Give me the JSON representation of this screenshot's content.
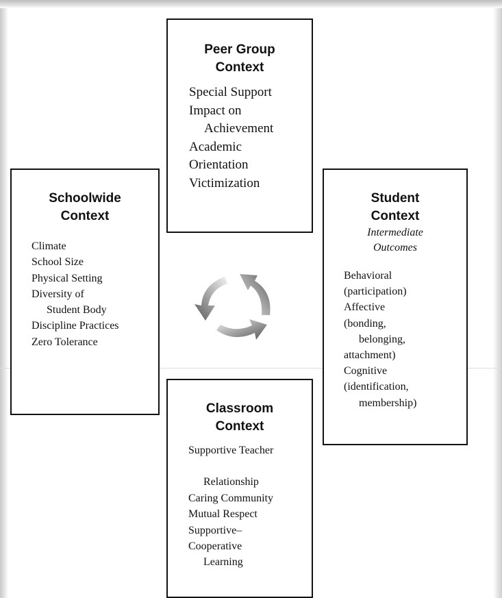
{
  "peer": {
    "title_line1": "Peer Group",
    "title_line2": "Context",
    "items": [
      "Special Support",
      "Impact on",
      "Achievement",
      "Academic",
      "Orientation",
      "Victimization"
    ]
  },
  "schoolwide": {
    "title_line1": "Schoolwide",
    "title_line2": "Context",
    "items": [
      "Climate",
      "School Size",
      "Physical Setting",
      "Diversity of",
      "Student Body",
      "Discipline Practices",
      "Zero Tolerance"
    ]
  },
  "student": {
    "title_line1": "Student",
    "title_line2": "Context",
    "subtitle_line1": "Intermediate",
    "subtitle_line2": "Outcomes",
    "items": [
      "Behavioral",
      "(participation)",
      "Affective",
      "(bonding,",
      "belonging,",
      "attachment)",
      "Cognitive",
      "(identification,",
      "membership)"
    ]
  },
  "classroom": {
    "title_line1": "Classroom",
    "title_line2": "Context",
    "items": [
      "Supportive Teacher",
      "Relationship",
      "Caring Community",
      "Mutual Respect",
      "Supportive–",
      "Cooperative",
      "Learning"
    ]
  },
  "colors": {
    "border": "#111111",
    "arrow_light": "#e2e2e2",
    "arrow_dark": "#5e5e5e"
  },
  "icons": {
    "center": "cycle-arrows-icon"
  }
}
